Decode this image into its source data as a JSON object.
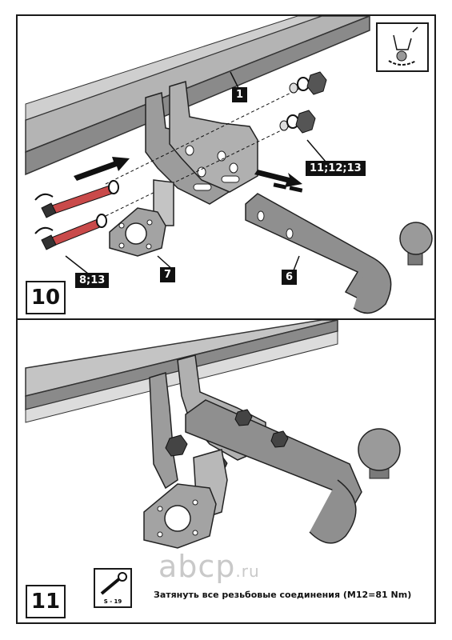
{
  "step10": {
    "number": "10",
    "labels": {
      "part1": "1",
      "part6": "6",
      "part7": "7",
      "bolts": "8;13",
      "nuts": "11;12;13"
    },
    "icon": "hand-tighten-icon"
  },
  "step11": {
    "number": "11",
    "tool_label": "S - 19",
    "tool_icon": "wrench-icon",
    "instruction": "Затянуть все резьбовые соединения (M12=81 Nm)"
  },
  "watermark": {
    "text": "abcp",
    "suffix": ".ru"
  },
  "colors": {
    "frame": "#a6a6a6",
    "frame_dark": "#7a7a7a",
    "bracket": "#9a9a9a",
    "bar": "#8d8d8d",
    "ink": "#111111"
  }
}
